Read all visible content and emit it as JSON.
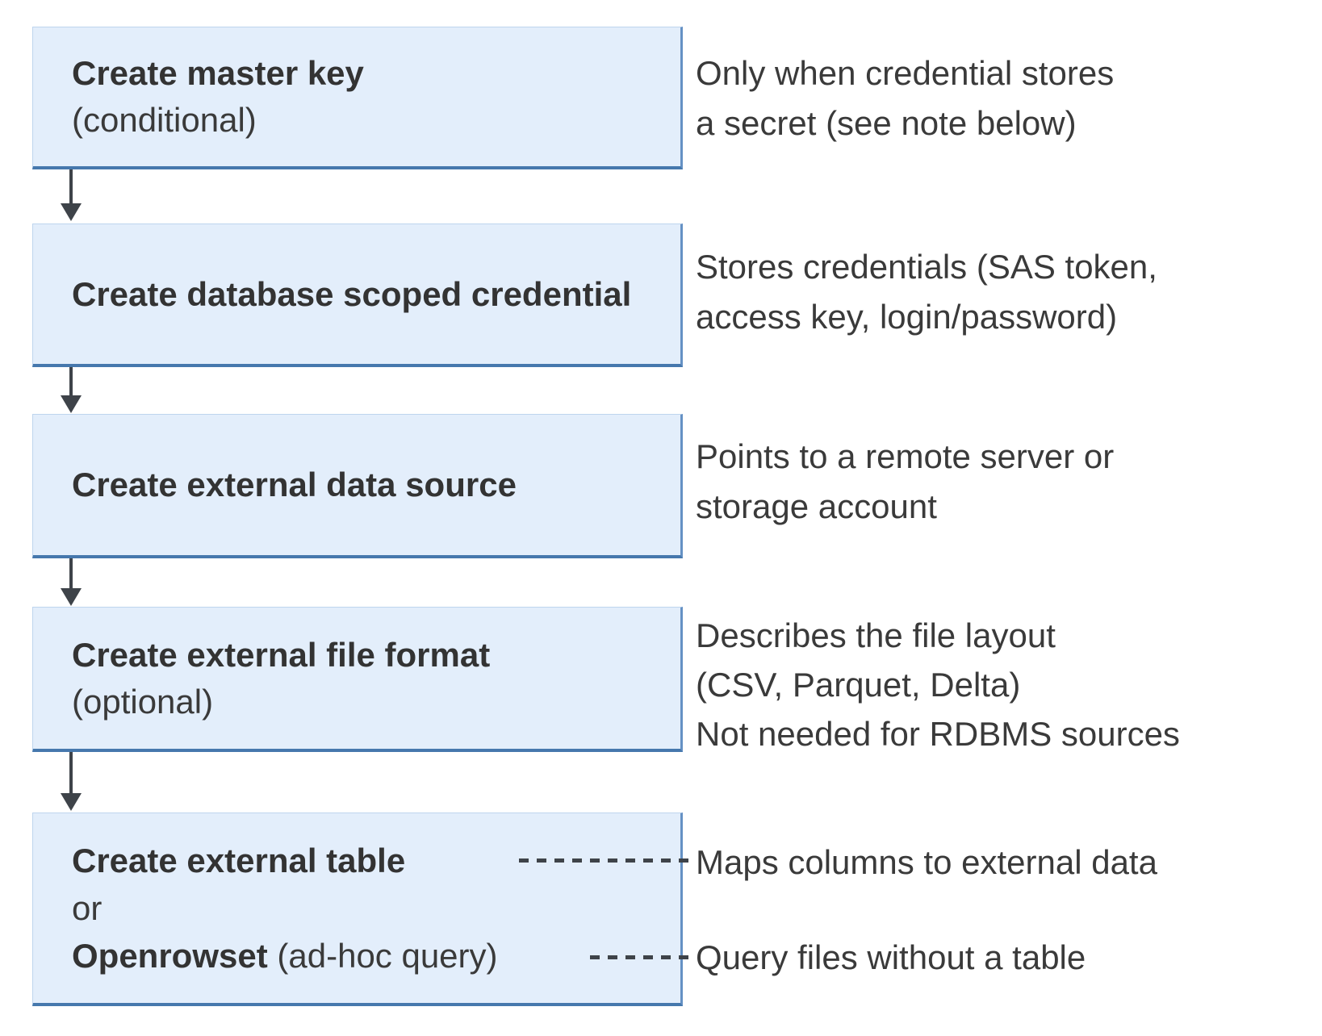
{
  "diagram": {
    "boxes": [
      {
        "title": "Create master key",
        "note": "(conditional)"
      },
      {
        "title": "Create database scoped credential"
      },
      {
        "title": "Create external data source"
      },
      {
        "title": "Create external file format",
        "note": "(optional)"
      },
      {
        "line1_bold": "Create external table",
        "line2": "or",
        "line3_bold": "Openrowset",
        "line3_note": "(ad-hoc query)"
      }
    ],
    "annotations": [
      {
        "line1": "Only when credential stores",
        "line2": "a secret (see note below)"
      },
      {
        "line1": "Stores credentials (SAS token,",
        "line2": "access key, login/password)"
      },
      {
        "line1": "Points to a remote server or",
        "line2": "storage account"
      },
      {
        "line1": "Describes the file layout",
        "line2": "(CSV, Parquet, Delta)",
        "line3": "Not needed for RDBMS sources"
      },
      {
        "line1": "Maps columns to external data"
      },
      {
        "line1": "Query files without a table"
      }
    ],
    "colors": {
      "box_fill": "#e3eefb",
      "box_border_bottom": "#4678ad",
      "box_border_right": "#6591c4",
      "box_border_light": "#bed5ee",
      "arrow": "#3e4349",
      "text": "#3a3a3a"
    }
  }
}
